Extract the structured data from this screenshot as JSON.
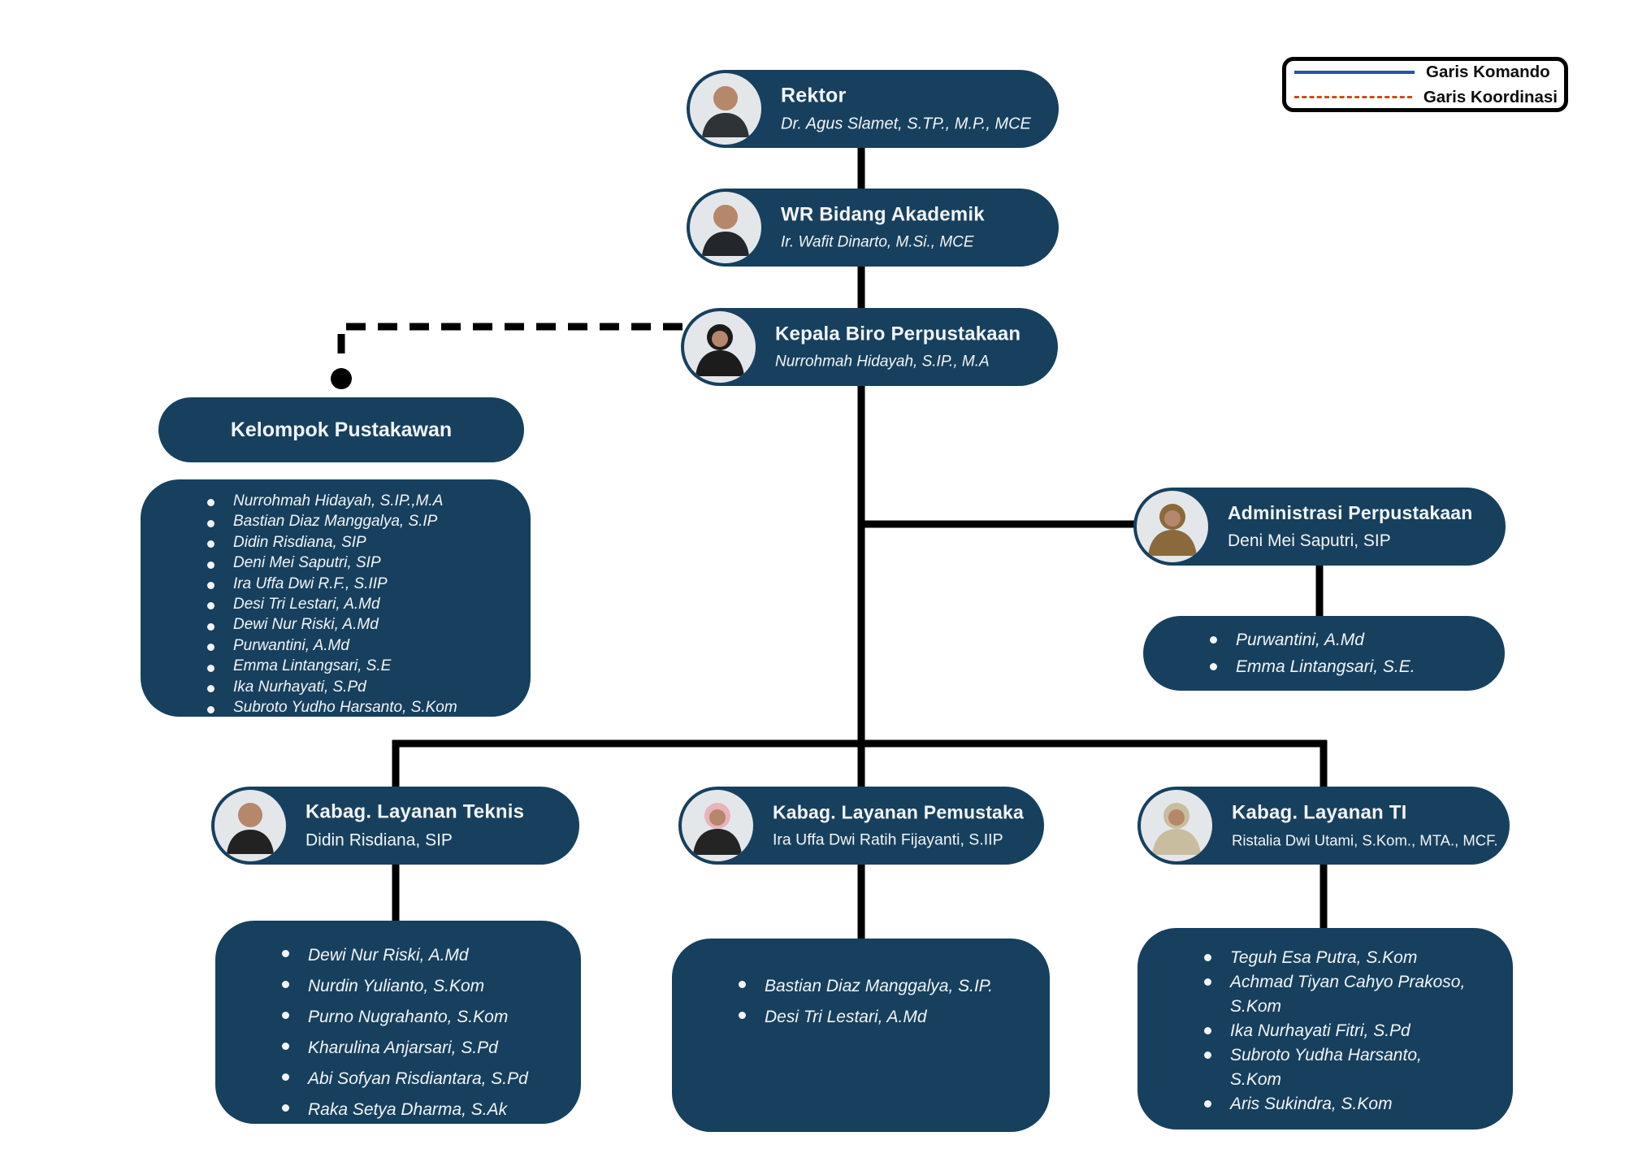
{
  "colors": {
    "card_bg": "#17405e",
    "card_text": "#f2f4f6",
    "connector": "#000000"
  },
  "legend": {
    "komando_label": "Garis Komando",
    "koordinasi_label": "Garis Koordinasi",
    "komando_color": "#2456a5",
    "koordinasi_color": "#cf4b20"
  },
  "nodes": {
    "rektor": {
      "title": "Rektor",
      "person": "Dr. Agus Slamet, S.TP., M.P., MCE"
    },
    "wr_akademik": {
      "title": "WR Bidang Akademik",
      "person": "Ir. Wafit Dinarto, M.Si., MCE"
    },
    "kepala_biro": {
      "title": "Kepala Biro Perpustakaan",
      "person": "Nurrohmah Hidayah, S.IP., M.A"
    },
    "kelompok_pustakawan": {
      "title": "Kelompok Pustakawan",
      "members": [
        "Nurrohmah Hidayah, S.IP.,M.A",
        "Bastian Diaz Manggalya, S.IP",
        "Didin Risdiana, SIP",
        "Deni Mei Saputri, SIP",
        "Ira Uffa Dwi R.F., S.IIP",
        "Desi Tri Lestari, A.Md",
        "Dewi Nur Riski, A.Md",
        "Purwantini, A.Md",
        "Emma Lintangsari, S.E",
        "Ika Nurhayati, S.Pd",
        "Subroto Yudho Harsanto, S.Kom"
      ]
    },
    "administrasi": {
      "title": "Administrasi Perpustakaan",
      "person": "Deni Mei Saputri, SIP",
      "members": [
        "Purwantini, A.Md",
        "Emma Lintangsari, S.E."
      ]
    },
    "layanan_teknis": {
      "title": "Kabag. Layanan Teknis",
      "person": "Didin Risdiana, SIP",
      "members": [
        "Dewi Nur Riski, A.Md",
        "Nurdin Yulianto, S.Kom",
        "Purno Nugrahanto, S.Kom",
        "Kharulina Anjarsari, S.Pd",
        "Abi Sofyan Risdiantara, S.Pd",
        "Raka Setya Dharma, S.Ak"
      ]
    },
    "layanan_pemustaka": {
      "title": "Kabag. Layanan Pemustaka",
      "person": "Ira Uffa Dwi Ratih Fijayanti, S.IIP",
      "members": [
        "Bastian Diaz Manggalya, S.IP.",
        "Desi Tri Lestari, A.Md"
      ]
    },
    "layanan_ti": {
      "title": "Kabag. Layanan TI",
      "person": "Ristalia Dwi Utami, S.Kom., MTA., MCF.",
      "members": [
        "Teguh Esa Putra, S.Kom",
        "Achmad Tiyan Cahyo Prakoso, S.Kom",
        "Ika Nurhayati Fitri, S.Pd",
        "Subroto Yudha Harsanto, S.Kom",
        "Aris Sukindra, S.Kom"
      ]
    }
  }
}
